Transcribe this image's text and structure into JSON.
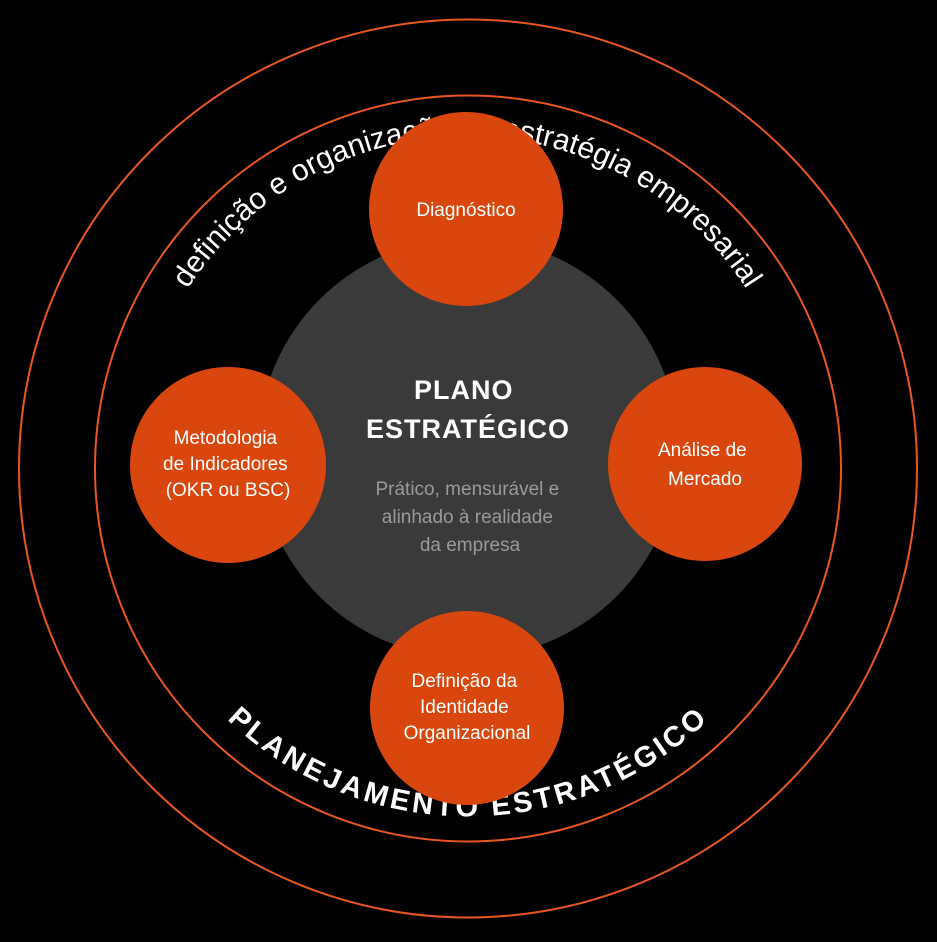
{
  "colors": {
    "background": "#000000",
    "ring": "#e8571f",
    "bubble": "#d9470e",
    "center": "#3a3a3a",
    "title_text": "#ffffff",
    "subtitle_text": "#9a9a9a"
  },
  "outer_ring": {
    "top_text": "definição e organização da estratégia empresarial",
    "bottom_text": "PLANEJAMENTO ESTRATÉGICO"
  },
  "center": {
    "title_lines": [
      "PLANO",
      "ESTRATÉGICO"
    ],
    "subtitle_lines": [
      "Prático, mensurável e",
      "alinhado à realidade",
      "da empresa"
    ]
  },
  "bubbles": {
    "top": {
      "lines": [
        "Diagnóstico"
      ]
    },
    "right": {
      "lines": [
        "Análise de",
        "Mercado"
      ]
    },
    "bottom": {
      "lines": [
        "Definição da",
        "Identidade",
        "Organizacional"
      ]
    },
    "left": {
      "lines": [
        "Metodologia",
        "de Indicadores",
        "(OKR ou BSC)"
      ]
    }
  }
}
